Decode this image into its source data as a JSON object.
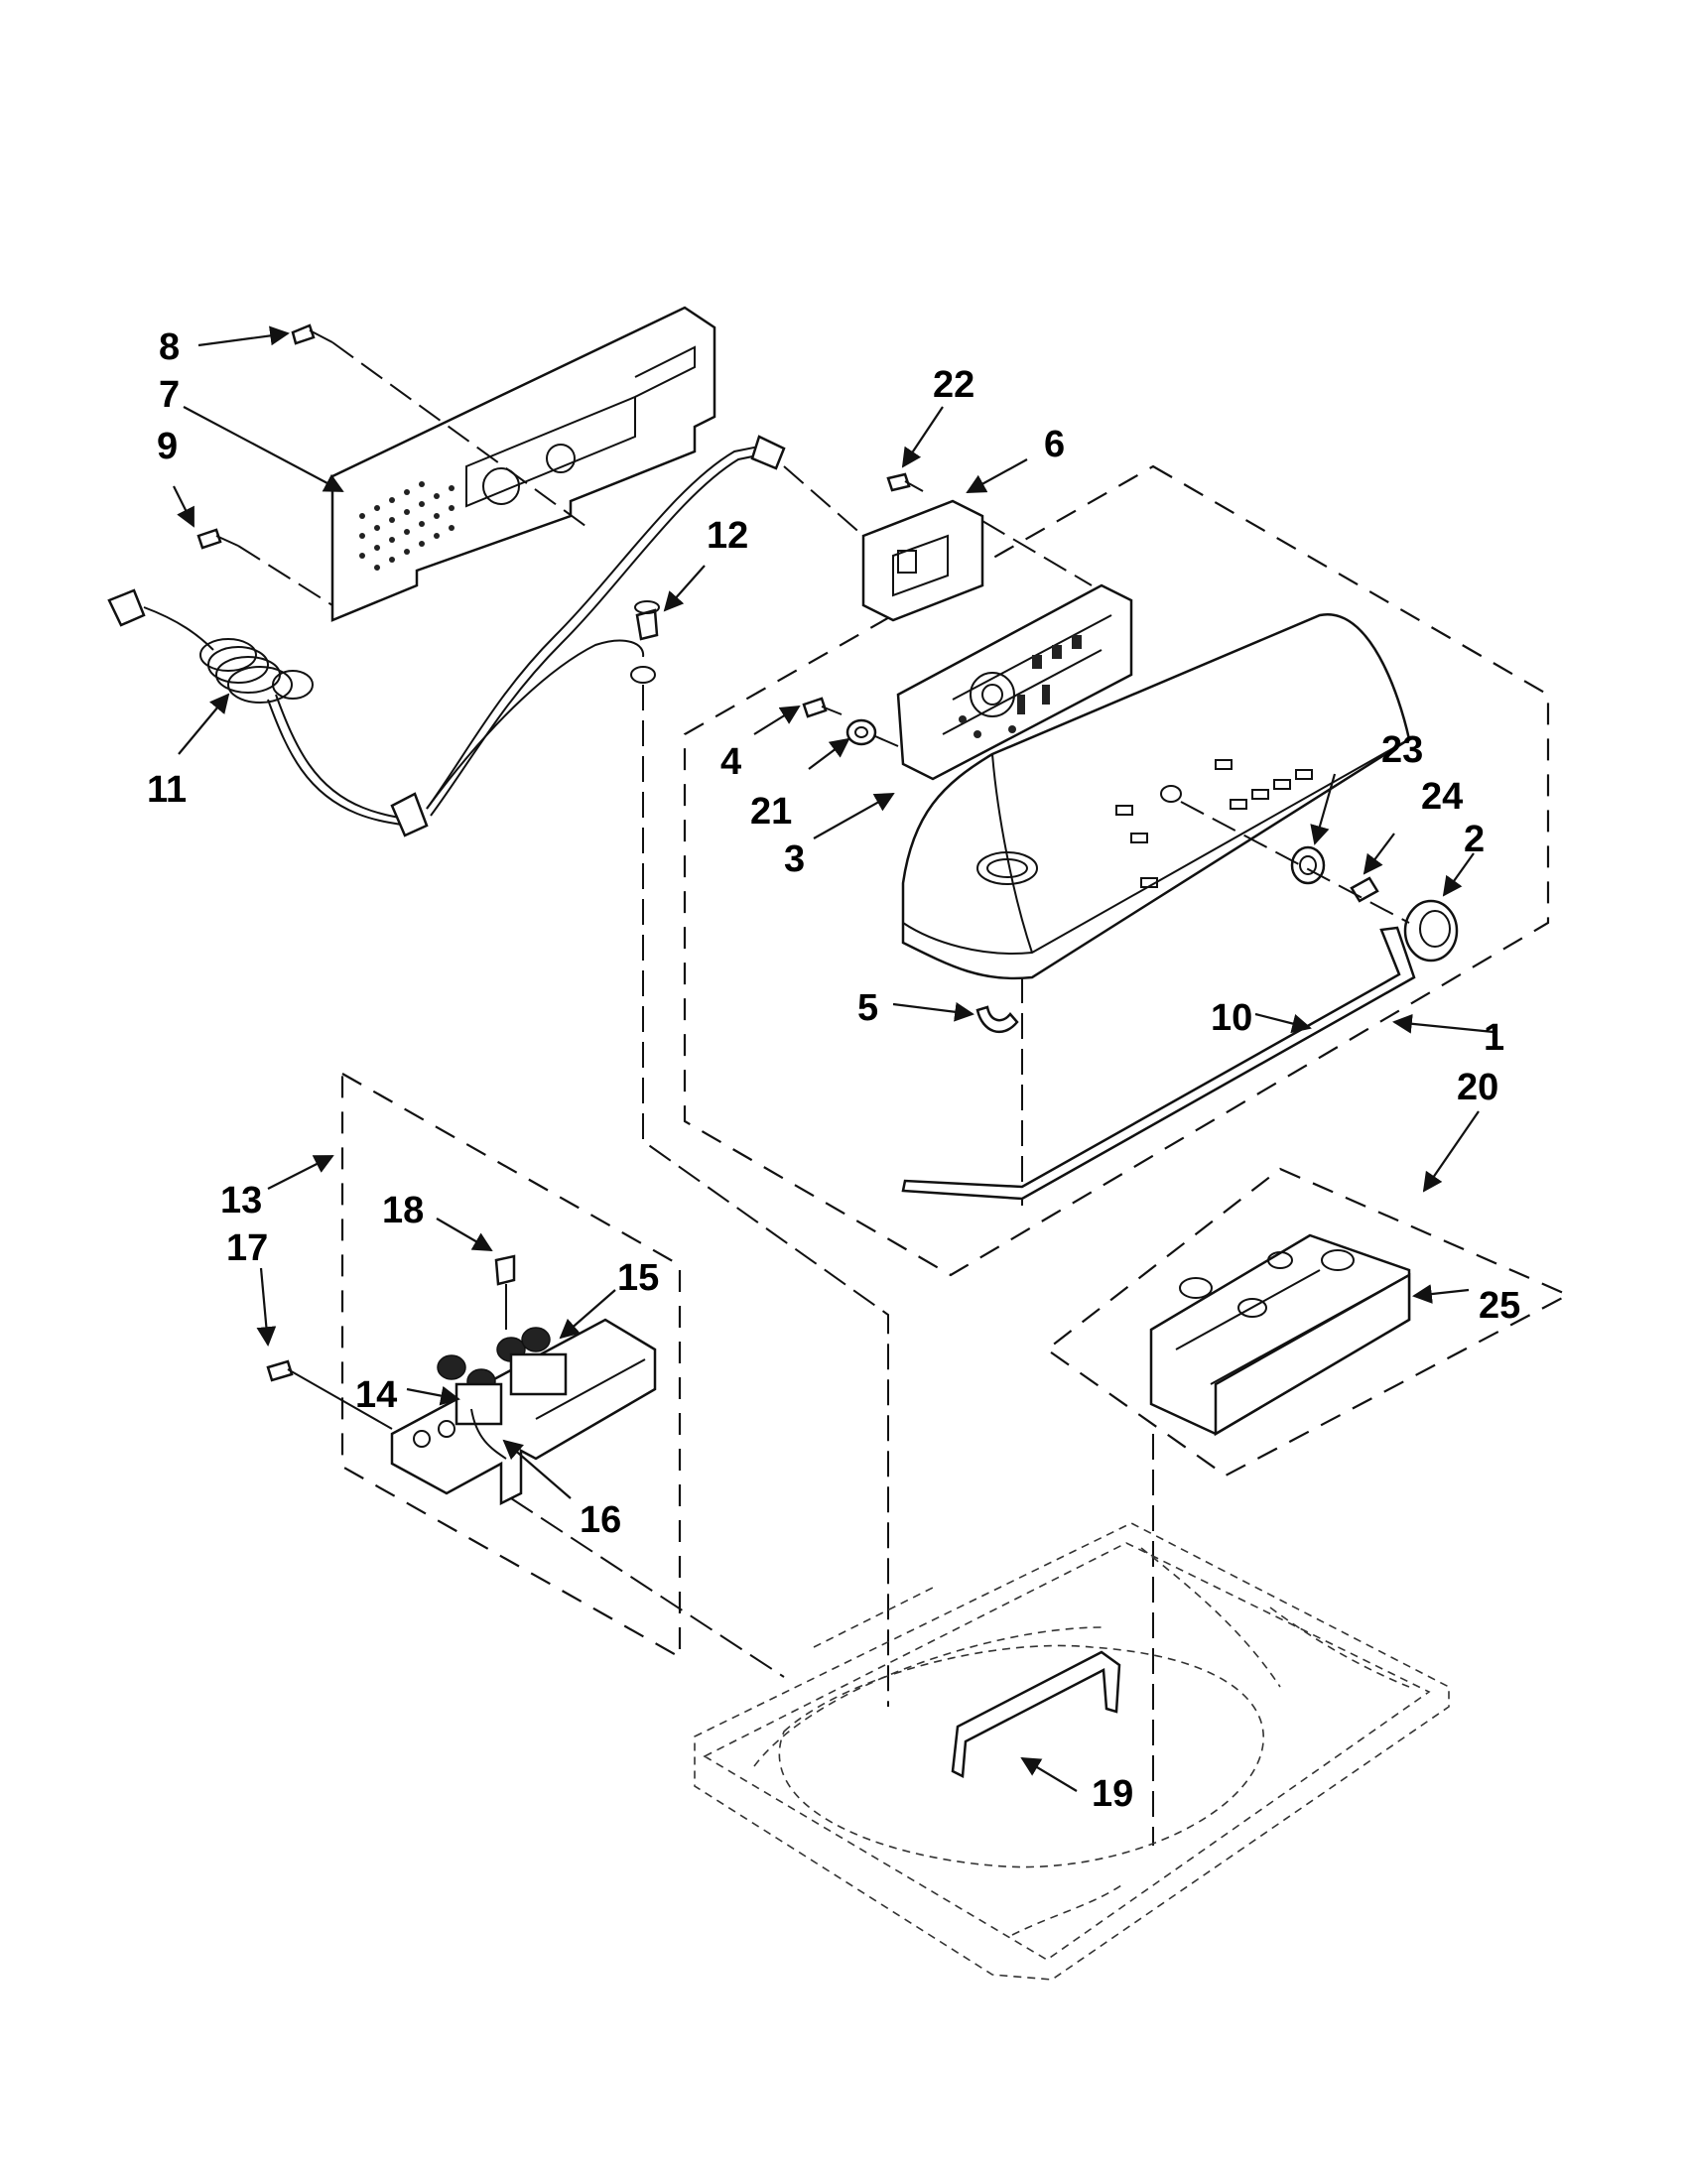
{
  "diagram": {
    "labels": [
      "1",
      "2",
      "3",
      "4",
      "5",
      "6",
      "7",
      "8",
      "9",
      "10",
      "11",
      "12",
      "13",
      "14",
      "15",
      "16",
      "17",
      "18",
      "19",
      "20",
      "21",
      "22",
      "23",
      "24",
      "25"
    ],
    "colors": {
      "ink": "#111111",
      "background": "#ffffff"
    }
  }
}
